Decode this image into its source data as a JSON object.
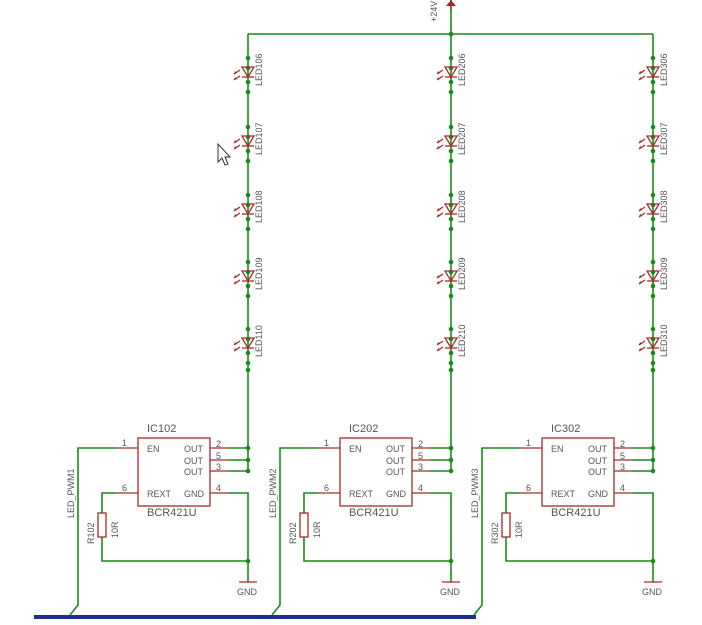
{
  "supply": {
    "label": "+24V"
  },
  "colors": {
    "wire": "#1a8a1a",
    "symbol": "#a52a2a",
    "bus": "#1f2f8f",
    "text": "#555555"
  },
  "channels": [
    {
      "leds": [
        "LED106",
        "LED107",
        "LED108",
        "LED109",
        "LED110"
      ],
      "ic": {
        "name": "IC102",
        "part": "BCR421U",
        "pin_en": "EN",
        "pin_out": "OUT",
        "pin_rext": "REXT",
        "pin_gnd": "GND",
        "pins": {
          "en": "1",
          "out1": "2",
          "out2": "5",
          "out3": "3",
          "rext": "6",
          "gnd": "4"
        }
      },
      "resistor": {
        "name": "R102",
        "value": "10R"
      },
      "net": "LED_PWM1",
      "gnd": "GND"
    },
    {
      "leds": [
        "LED206",
        "LED207",
        "LED208",
        "LED209",
        "LED210"
      ],
      "ic": {
        "name": "IC202",
        "part": "BCR421U",
        "pin_en": "EN",
        "pin_out": "OUT",
        "pin_rext": "REXT",
        "pin_gnd": "GND",
        "pins": {
          "en": "1",
          "out1": "2",
          "out2": "5",
          "out3": "3",
          "rext": "6",
          "gnd": "4"
        }
      },
      "resistor": {
        "name": "R202",
        "value": "10R"
      },
      "net": "LED_PWM2",
      "gnd": "GND"
    },
    {
      "leds": [
        "LED306",
        "LED307",
        "LED308",
        "LED309",
        "LED310"
      ],
      "ic": {
        "name": "IC302",
        "part": "BCR421U",
        "pin_en": "EN",
        "pin_out": "OUT",
        "pin_rext": "REXT",
        "pin_gnd": "GND",
        "pins": {
          "en": "1",
          "out1": "2",
          "out2": "5",
          "out3": "3",
          "rext": "6",
          "gnd": "4"
        }
      },
      "resistor": {
        "name": "R302",
        "value": "10R"
      },
      "net": "LED_PWM3",
      "gnd": "GND"
    }
  ]
}
